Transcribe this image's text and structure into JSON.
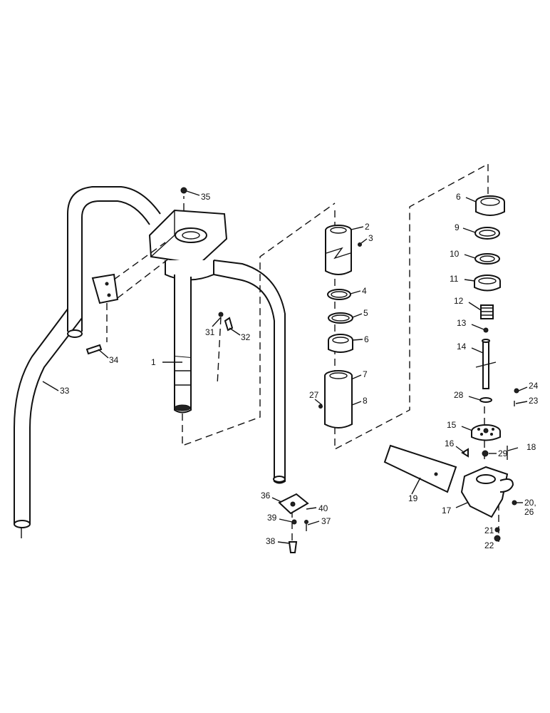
{
  "diagram": {
    "callouts": {
      "c1": "1",
      "c2": "2",
      "c3": "3",
      "c4": "4",
      "c5": "5",
      "c6a": "6",
      "c6b": "6",
      "c7": "7",
      "c8": "8",
      "c9": "9",
      "c10": "10",
      "c11": "11",
      "c12": "12",
      "c13": "13",
      "c14": "14",
      "c15": "15",
      "c16": "16",
      "c17": "17",
      "c18": "18",
      "c19": "19",
      "c20": "20,",
      "c26": "26",
      "c21": "21",
      "c22": "22",
      "c23": "23",
      "c24": "24",
      "c27": "27",
      "c28": "28",
      "c29": "29",
      "c31": "31",
      "c32": "32",
      "c33": "33",
      "c34": "34",
      "c35": "35",
      "c36": "36",
      "c37": "37",
      "c38": "38",
      "c39": "39",
      "c40": "40"
    }
  }
}
